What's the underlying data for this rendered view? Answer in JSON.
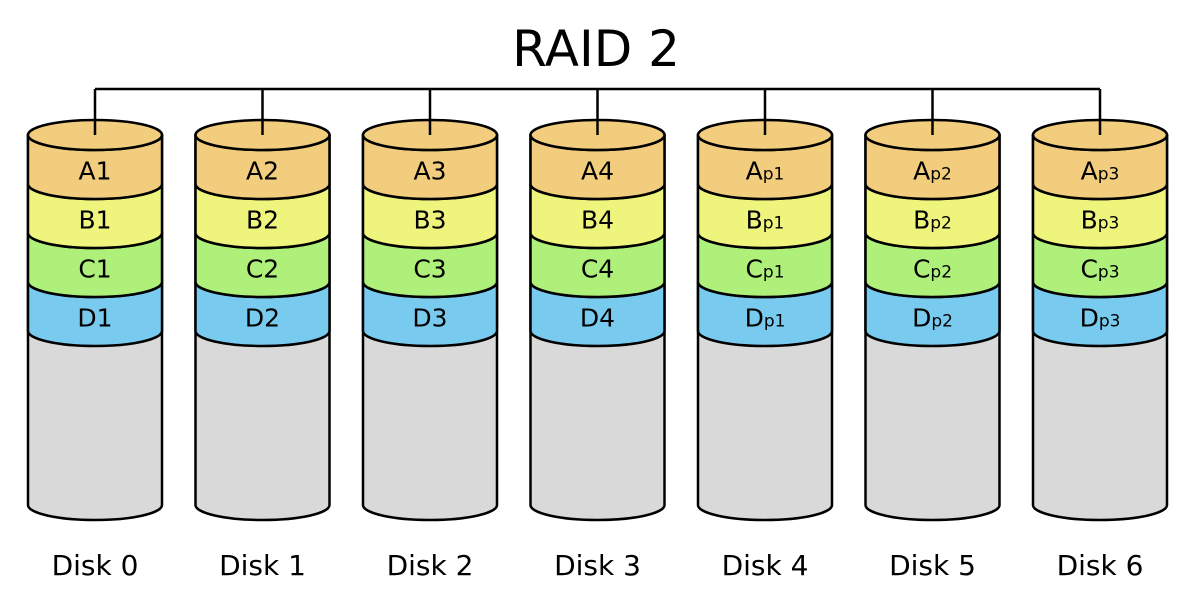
{
  "title": "RAID 2",
  "colors": {
    "row_a": "#f2cd7d",
    "row_b": "#eef47c",
    "row_c": "#aef07a",
    "row_d": "#79caef",
    "empty": "#d9d9d9"
  },
  "disks": [
    {
      "label": "Disk 0",
      "blocks": [
        {
          "main": "A1",
          "sub": ""
        },
        {
          "main": "B1",
          "sub": ""
        },
        {
          "main": "C1",
          "sub": ""
        },
        {
          "main": "D1",
          "sub": ""
        }
      ]
    },
    {
      "label": "Disk 1",
      "blocks": [
        {
          "main": "A2",
          "sub": ""
        },
        {
          "main": "B2",
          "sub": ""
        },
        {
          "main": "C2",
          "sub": ""
        },
        {
          "main": "D2",
          "sub": ""
        }
      ]
    },
    {
      "label": "Disk 2",
      "blocks": [
        {
          "main": "A3",
          "sub": ""
        },
        {
          "main": "B3",
          "sub": ""
        },
        {
          "main": "C3",
          "sub": ""
        },
        {
          "main": "D3",
          "sub": ""
        }
      ]
    },
    {
      "label": "Disk 3",
      "blocks": [
        {
          "main": "A4",
          "sub": ""
        },
        {
          "main": "B4",
          "sub": ""
        },
        {
          "main": "C4",
          "sub": ""
        },
        {
          "main": "D4",
          "sub": ""
        }
      ]
    },
    {
      "label": "Disk 4",
      "blocks": [
        {
          "main": "A",
          "sub": "p1"
        },
        {
          "main": "B",
          "sub": "p1"
        },
        {
          "main": "C",
          "sub": "p1"
        },
        {
          "main": "D",
          "sub": "p1"
        }
      ]
    },
    {
      "label": "Disk 5",
      "blocks": [
        {
          "main": "A",
          "sub": "p2"
        },
        {
          "main": "B",
          "sub": "p2"
        },
        {
          "main": "C",
          "sub": "p2"
        },
        {
          "main": "D",
          "sub": "p2"
        }
      ]
    },
    {
      "label": "Disk 6",
      "blocks": [
        {
          "main": "A",
          "sub": "p3"
        },
        {
          "main": "B",
          "sub": "p3"
        },
        {
          "main": "C",
          "sub": "p3"
        },
        {
          "main": "D",
          "sub": "p3"
        }
      ]
    }
  ]
}
